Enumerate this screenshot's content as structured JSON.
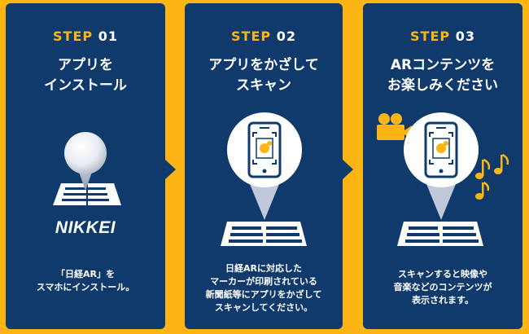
{
  "steps": [
    {
      "label": "STEP",
      "number": "01",
      "title": [
        "アプリを",
        "インストール"
      ],
      "brand": "NIKKEI",
      "description": [
        "「日経AR」を",
        "スマホにインストール。"
      ]
    },
    {
      "label": "STEP",
      "number": "02",
      "title": [
        "アプリをかざして",
        "スキャン"
      ],
      "description": [
        "日経ARに対応した",
        "マーカーが印刷されている",
        "新聞紙等にアプリをかざして",
        "スキャンしてください。"
      ]
    },
    {
      "label": "STEP",
      "number": "03",
      "title": [
        "ARコンテンツを",
        "お楽しみください"
      ],
      "description": [
        "スキャンすると映像や",
        "音楽などのコンテンツが",
        "表示されます。"
      ]
    }
  ],
  "colors": {
    "background": "#FDB515",
    "card": "#0F3A6B",
    "accent": "#FDB515",
    "text": "#FFFFFF",
    "pointer": "#BFC9D9"
  }
}
